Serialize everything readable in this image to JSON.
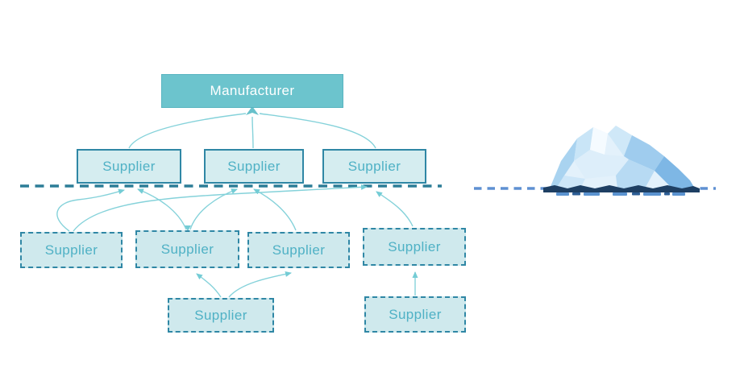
{
  "diagram": {
    "manufacturer": {
      "label": "Manufacturer"
    },
    "tier1_suppliers": [
      {
        "label": "Supplier"
      },
      {
        "label": "Supplier"
      },
      {
        "label": "Supplier"
      }
    ],
    "tier2_suppliers": [
      {
        "label": "Supplier"
      },
      {
        "label": "Supplier"
      },
      {
        "label": "Supplier"
      },
      {
        "label": "Supplier"
      }
    ],
    "tier3_suppliers": [
      {
        "label": "Supplier"
      },
      {
        "label": "Supplier"
      }
    ],
    "colors": {
      "manufacturer_fill": "#6cc4cd",
      "box_border_teal": "#2f87a5",
      "box_fill_light_teal": "#d3ecef",
      "label_teal": "#4fb1c5",
      "arrow_teal": "#85d2da",
      "waterline_left_teal": "#2c7d97",
      "waterline_right_blue": "#5e90d2",
      "iceberg_dark_waterline": "#1e3f63"
    }
  }
}
